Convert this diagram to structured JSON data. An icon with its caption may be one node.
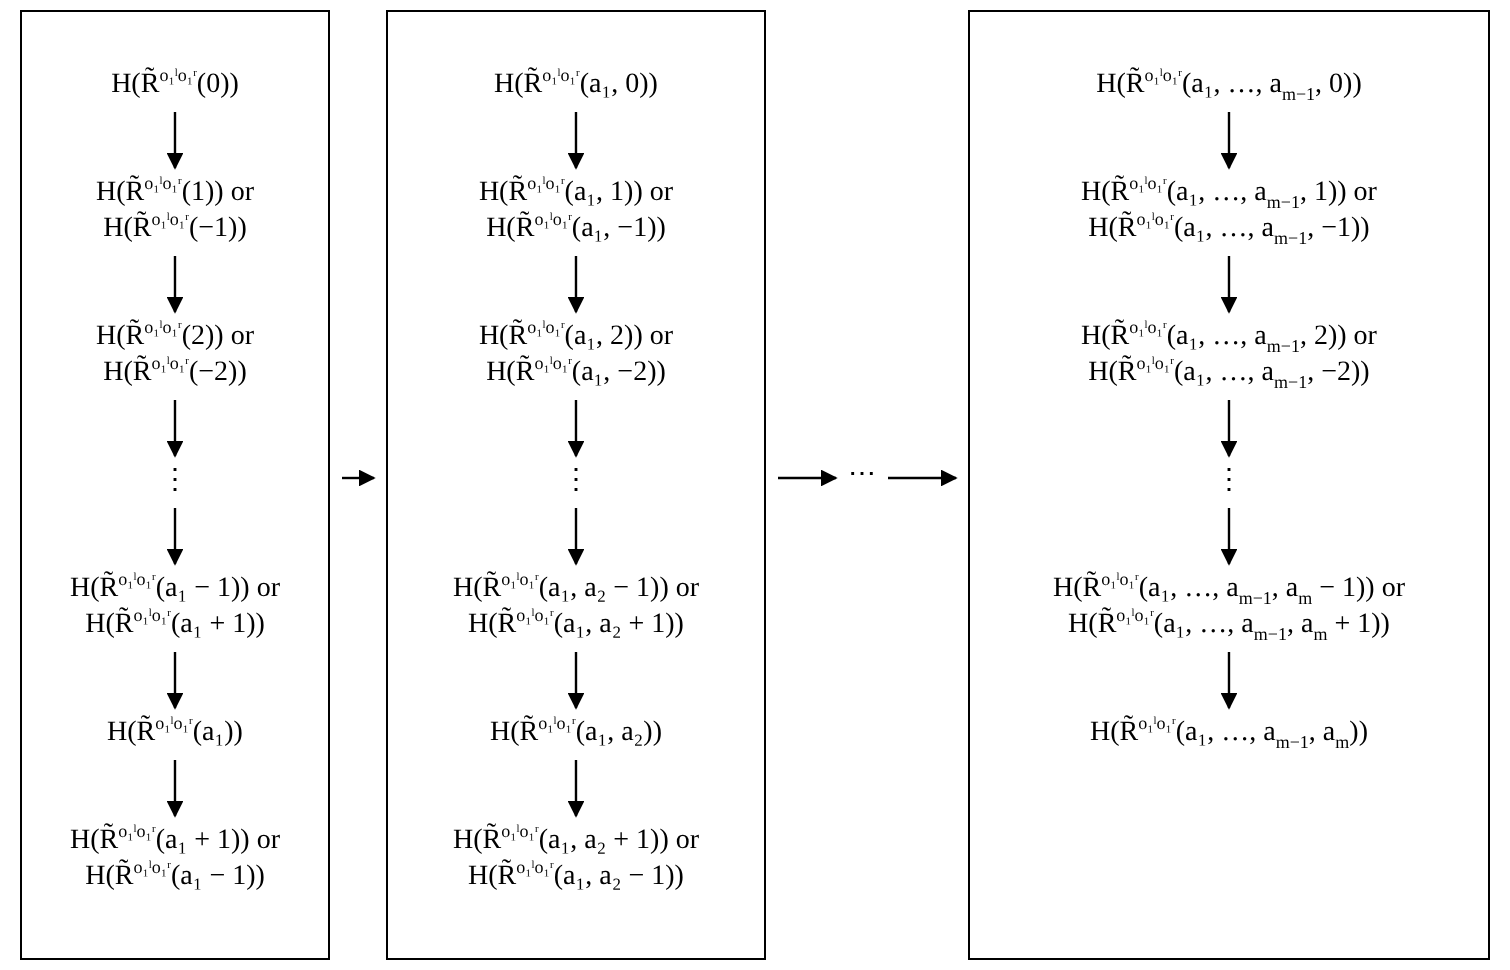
{
  "diagram": {
    "nodes": [
      {
        "text": [],
        "shape": "box"
      },
      {
        "text": [
          "H(R̃$^{o₁ˡo₁ʳ}$(0))"
        ],
        "in": 0
      },
      {
        "text": [
          "H(R̃$^{o₁ˡo₁ʳ}$(1)) or H(R̃$^{o₁ˡo₁ʳ}$(−1))"
        ],
        "in": 0
      },
      {
        "text": [
          "H(R̃$^{o₁ˡo₁ʳ}$(2)) or H(R̃$^{o₁ˡo₁ʳ}$(−2))"
        ],
        "in": 0
      },
      {
        "text": [
          "⋮"
        ],
        "in": 0
      },
      {
        "text": [
          "H(R̃$^{o₁ˡo₁ʳ}$(a₁ − 1)) or H(R̃$^{o₁ˡo₁ʳ}$(a₁ + 1))"
        ],
        "in": 0
      },
      {
        "text": [
          "H(R̃$^{o₁ˡo₁ʳ}$(a₁))"
        ],
        "in": 0
      },
      {
        "text": [
          "H(R̃$^{o₁ˡo₁ʳ}$(a₁ + 1)) or H(R̃$^{o₁ˡo₁ʳ}$(a₁ − 1))"
        ],
        "in": 0
      },
      {
        "text": [],
        "shape": "box"
      },
      {
        "text": [
          "H(R̃$^{o₁ˡo₁ʳ}$(a₁, 0))"
        ],
        "in": 8
      },
      {
        "text": [
          "H(R̃$^{o₁ˡo₁ʳ}$(a₁, 1)) or H(R̃$^{o₁ˡo₁ʳ}$(a₁, −1))"
        ],
        "in": 8
      },
      {
        "text": [
          "H(R̃$^{o₁ˡo₁ʳ}$(a₁, 2)) or H(R̃$^{o₁ˡo₁ʳ}$(a₁, −2))"
        ],
        "in": 8
      },
      {
        "text": [
          "⋮"
        ],
        "in": 8
      },
      {
        "text": [
          "H(R̃$^{o₁ˡo₁ʳ}$(a₁, a₂ − 1)) or H(R̃$^{o₁ˡo₁ʳ}$(a₁, a₂ + 1))"
        ],
        "in": 8
      },
      {
        "text": [
          "H(R̃$^{o₁ˡo₁ʳ}$(a₁, a₂))"
        ],
        "in": 8
      },
      {
        "text": [
          "H(R̃$^{o₁ˡo₁ʳ}$(a₁, a₂ + 1)) or H(R̃$^{o₁ˡo₁ʳ}$(a₁, a₂ − 1))"
        ],
        "in": 8
      },
      {
        "text": [
          "⋯"
        ]
      },
      {
        "text": [],
        "shape": "box"
      },
      {
        "text": [
          "H(R̃$^{o₁ˡo₁ʳ}$(a₁, …, a$_{m−1}$, 0))"
        ],
        "in": 17
      },
      {
        "text": [
          "H(R̃$^{o₁ˡo₁ʳ}$(a₁, …, a$_{m−1}$, 1)) or H(R̃$^{o₁ˡo₁ʳ}$(a₁, …, a$_{m−1}$, −1))"
        ],
        "in": 17
      },
      {
        "text": [
          "H(R̃$^{o₁ˡo₁ʳ}$(a₁, …, a$_{m−1}$, 2)) or H(R̃$^{o₁ˡo₁ʳ}$(a₁, …, a$_{m−1}$, −2))"
        ],
        "in": 17
      },
      {
        "text": [
          "⋮"
        ],
        "in": 17
      },
      {
        "text": [
          "H(R̃$^{o₁ˡo₁ʳ}$(a₁, …, a$_{m−1}$, a$_{m}$ − 1)) or H(R̃$^{o₁ˡo₁ʳ}$(a₁, …, a$_{m−1}$, a$_{m}$ + 1))"
        ],
        "in": 17
      },
      {
        "text": [
          "H(R̃$^{o₁ˡo₁ʳ}$(a₁, …, a$_{m−1}$, a$_{m}$))"
        ],
        "in": 17
      }
    ],
    "edges": [
      {
        "from": 1,
        "to": 2,
        "arrow": "to"
      },
      {
        "from": 2,
        "to": 3,
        "arrow": "to"
      },
      {
        "from": 3,
        "to": 4,
        "arrow": "to"
      },
      {
        "from": 4,
        "to": 5,
        "arrow": "to"
      },
      {
        "from": 5,
        "to": 6,
        "arrow": "to"
      },
      {
        "from": 6,
        "to": 7,
        "arrow": "to"
      },
      {
        "from": 9,
        "to": 10,
        "arrow": "to"
      },
      {
        "from": 10,
        "to": 11,
        "arrow": "to"
      },
      {
        "from": 11,
        "to": 12,
        "arrow": "to"
      },
      {
        "from": 12,
        "to": 13,
        "arrow": "to"
      },
      {
        "from": 13,
        "to": 14,
        "arrow": "to"
      },
      {
        "from": 14,
        "to": 15,
        "arrow": "to"
      },
      {
        "from": 18,
        "to": 19,
        "arrow": "to"
      },
      {
        "from": 19,
        "to": 20,
        "arrow": "to"
      },
      {
        "from": 20,
        "to": 21,
        "arrow": "to"
      },
      {
        "from": 21,
        "to": 22,
        "arrow": "to"
      },
      {
        "from": 22,
        "to": 23,
        "arrow": "to"
      },
      {
        "from": 0,
        "to": 8,
        "arrow": "to"
      },
      {
        "from": 8,
        "to": 16,
        "arrow": "to"
      },
      {
        "from": 16,
        "to": 17,
        "arrow": "to"
      }
    ]
  }
}
